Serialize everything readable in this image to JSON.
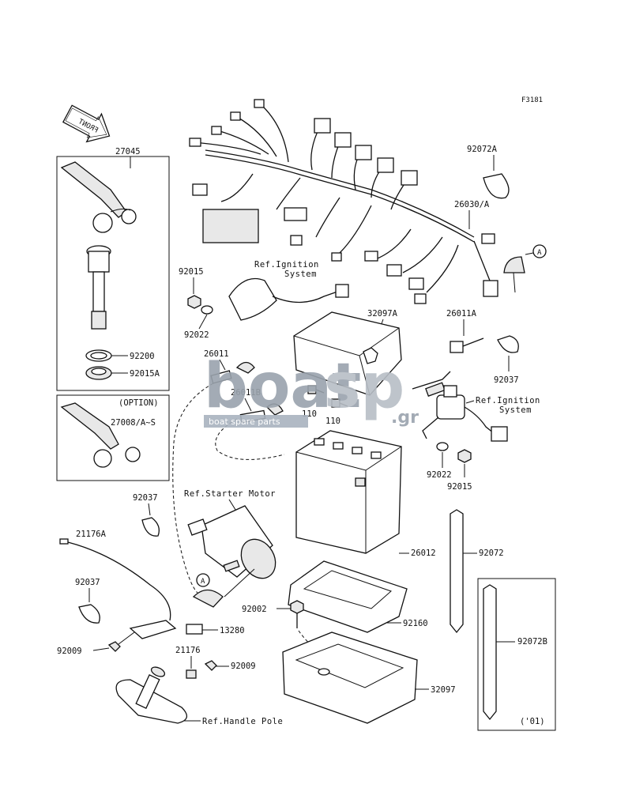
{
  "figure_code": "F3181",
  "front_label": "FRONT",
  "labels": {
    "p27045": "27045",
    "p92200": "92200",
    "p92015A": "92015A",
    "option": "(OPTION)",
    "p27008": "27008/A~S",
    "p92015_l": "92015",
    "p92022_l": "92022",
    "p26011": "26011",
    "p26011B": "26011B",
    "p110a": "110",
    "p110b": "110",
    "p32097A": "32097A",
    "p92072A": "92072A",
    "p26030": "26030/A",
    "p26011A": "26011A",
    "p92037_r": "92037",
    "p92022_r": "92022",
    "p92015_r": "92015",
    "p92037_l1": "92037",
    "p21176A": "21176A",
    "p92037_l2": "92037",
    "p92009_a": "92009",
    "p13280": "13280",
    "p21176": "21176",
    "p92009_b": "92009",
    "p26012": "26012",
    "p92002": "92002",
    "p92160": "92160",
    "p32097": "32097",
    "p92072": "92072",
    "p92072B": "92072B",
    "year01": "('01)",
    "circleA_1": "A",
    "circleA_2": "A"
  },
  "refs": {
    "ignition_top_1": "Ref.Ignition",
    "ignition_top_2": "System",
    "ignition_right_1": "Ref.Ignition",
    "ignition_right_2": "System",
    "starter": "Ref.Starter Motor",
    "handle": "Ref.Handle Pole"
  },
  "watermark": {
    "main_left": "boat",
    "main_right": "sp",
    "suffix": ".gr",
    "sub": "boat spare parts",
    "colors": {
      "main": "#9aa3ad",
      "accent": "#b8bec6",
      "sub_bg": "#a9b3bf"
    }
  }
}
